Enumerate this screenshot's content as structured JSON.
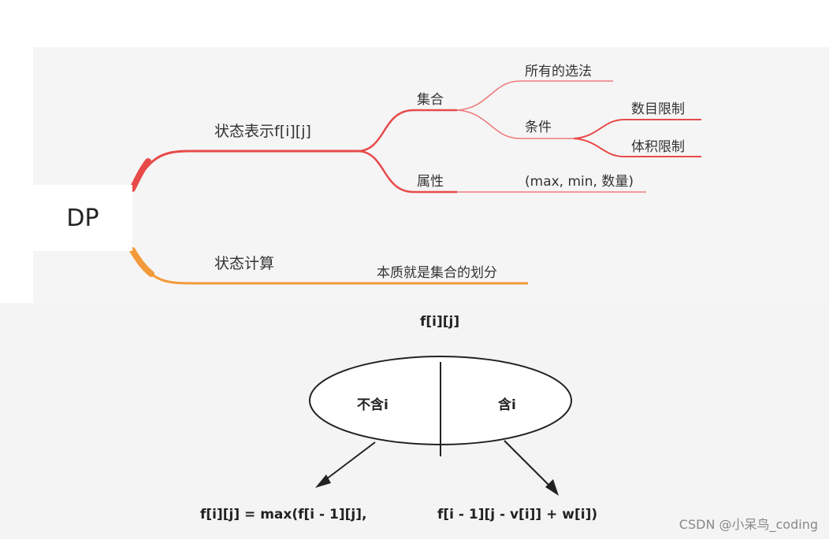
{
  "mindmap": {
    "root": "DP",
    "branch_state": {
      "label": "状态表示f[i][j]",
      "color": "#e84a4a",
      "set": {
        "label": "集合",
        "choice": "所有的选法",
        "condition": {
          "label": "条件",
          "count_limit": "数目限制",
          "volume_limit": "体积限制"
        }
      },
      "attribute": {
        "label": "属性",
        "value": "(max, min, 数量)"
      }
    },
    "branch_compute": {
      "label": "状态计算",
      "color": "#f39a3a",
      "note": "本质就是集合的划分"
    }
  },
  "tree": {
    "title": "f[i][j]",
    "left_part": "不含i",
    "right_part": "含i",
    "formula_left": "f[i][j] = max(f[i - 1][j],",
    "formula_right": "f[i - 1][j - v[i]] + w[i])"
  },
  "watermark": "CSDN @小呆鸟_coding"
}
